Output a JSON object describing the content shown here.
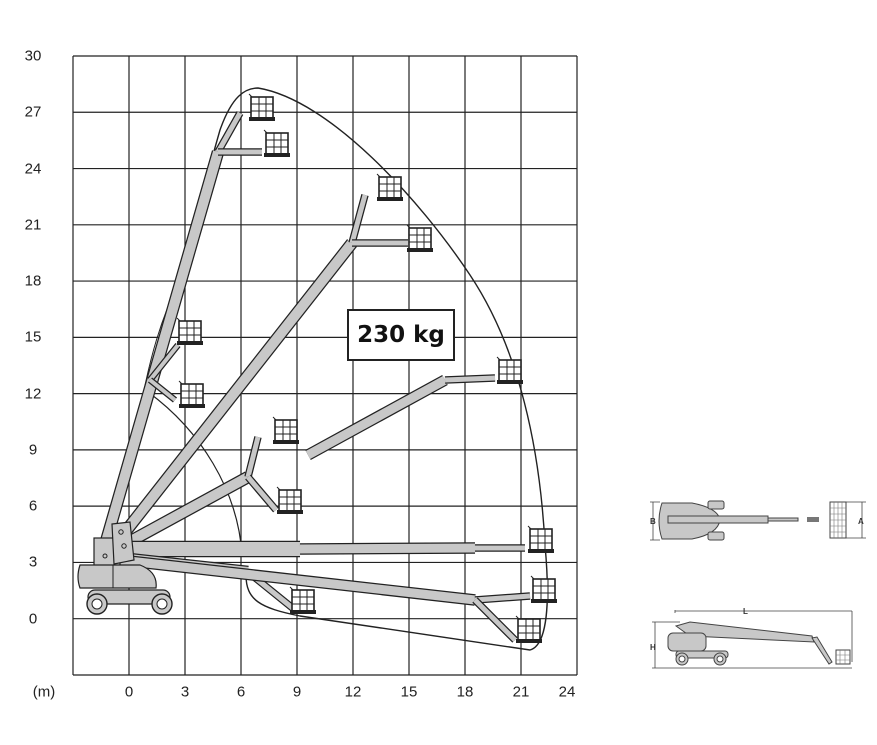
{
  "y_ticks": [
    "30",
    "27",
    "24",
    "21",
    "18",
    "15",
    "12",
    "9",
    "6",
    "3",
    "0"
  ],
  "x_ticks": [
    "0",
    "3",
    "6",
    "9",
    "12",
    "15",
    "18",
    "21",
    "24"
  ],
  "unit_label": "(m)",
  "load_label": "230 kg",
  "top_view": {
    "width_label": "B",
    "platform_label": "A"
  },
  "side_view": {
    "length_label": "L",
    "height_label": "H"
  },
  "colors": {
    "boom_fill": "#c8c8c8",
    "line": "#222222"
  }
}
